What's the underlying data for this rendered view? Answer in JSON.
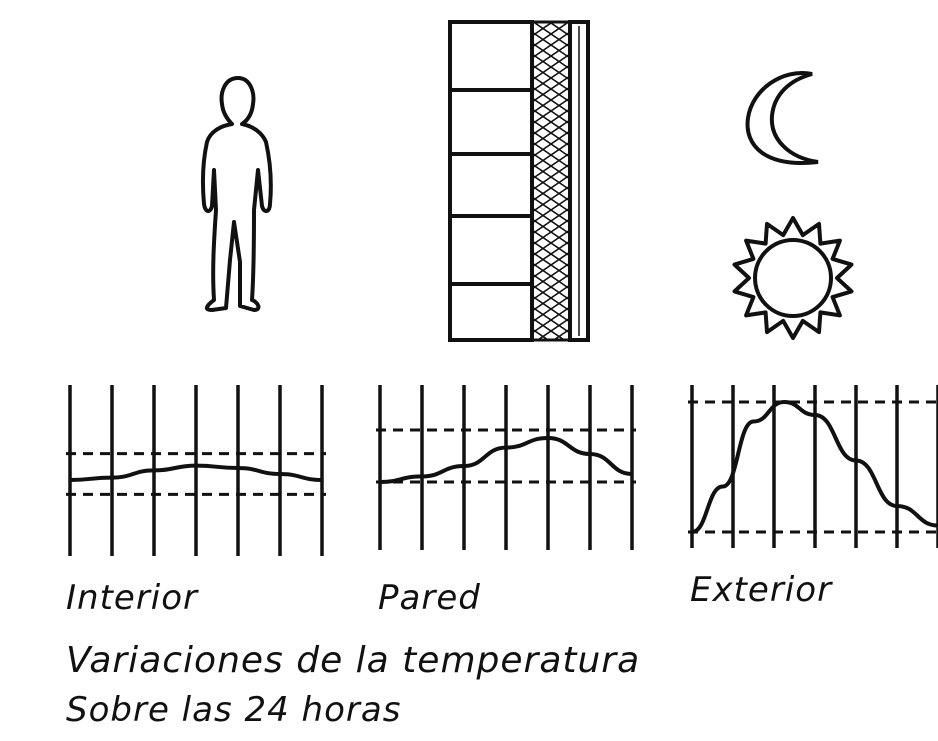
{
  "labels": {
    "interior": "Interior",
    "pared": "Pared",
    "exterior": "Exterior"
  },
  "caption": {
    "line1": "Variaciones de la temperatura",
    "line2": "Sobre las 24 horas"
  },
  "icons": [
    "person-icon",
    "wall-section-icon",
    "moon-icon",
    "sun-icon"
  ],
  "chart_data": [
    {
      "type": "line",
      "title": "Interior",
      "x_hours": [
        0,
        4,
        8,
        12,
        16,
        20,
        24
      ],
      "temperature_relative": [
        0.5,
        0.52,
        0.58,
        0.62,
        0.6,
        0.55,
        0.5
      ],
      "ylim": [
        0,
        1
      ],
      "reference_lines": [
        0.38,
        0.72
      ]
    },
    {
      "type": "line",
      "title": "Pared",
      "x_hours": [
        0,
        4,
        8,
        12,
        16,
        20,
        24
      ],
      "temperature_relative": [
        0.35,
        0.42,
        0.55,
        0.78,
        0.9,
        0.7,
        0.45
      ],
      "ylim": [
        0,
        1
      ],
      "reference_lines": [
        0.35,
        1.0
      ]
    },
    {
      "type": "line",
      "title": "Exterior",
      "x_hours": [
        0,
        3,
        6,
        9,
        12,
        16,
        20,
        24
      ],
      "temperature_relative": [
        0.0,
        0.35,
        0.85,
        1.0,
        0.9,
        0.55,
        0.2,
        0.05
      ],
      "ylim": [
        0,
        1
      ],
      "reference_lines": [
        0.0,
        1.0
      ]
    }
  ],
  "colors": {
    "ink": "#111111",
    "paper": "#ffffff"
  }
}
